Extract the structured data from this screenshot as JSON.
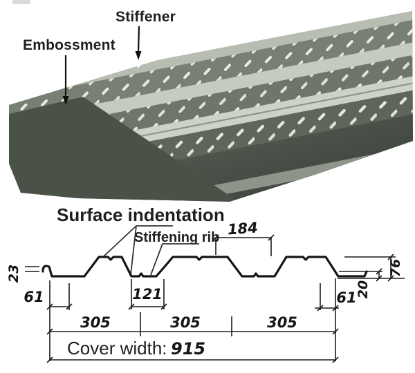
{
  "colors": {
    "background": "#ffffff",
    "line": "#161616",
    "text": "#1f1f1f",
    "metal_light": "#cdd1c7",
    "metal_mid": "#788074",
    "metal_dark": "#4a5147"
  },
  "photo": {
    "embossment_label": "Embossment",
    "stiffener_label": "Stiffener"
  },
  "diagram": {
    "surface_indentation_label": "Surface indentation",
    "stiffening_rib_label": "Stiffening rib",
    "cover_width_label": "Cover width:",
    "cover_width_value": "915",
    "dims": {
      "left_lip_height": "23",
      "left_edge_width": "61",
      "valley_bottom_width": "121",
      "valley_top_opening": "184",
      "pitch_1": "305",
      "pitch_2": "305",
      "pitch_3": "305",
      "deck_height": "76",
      "right_lip_height": "20",
      "right_edge_width": "61"
    }
  }
}
